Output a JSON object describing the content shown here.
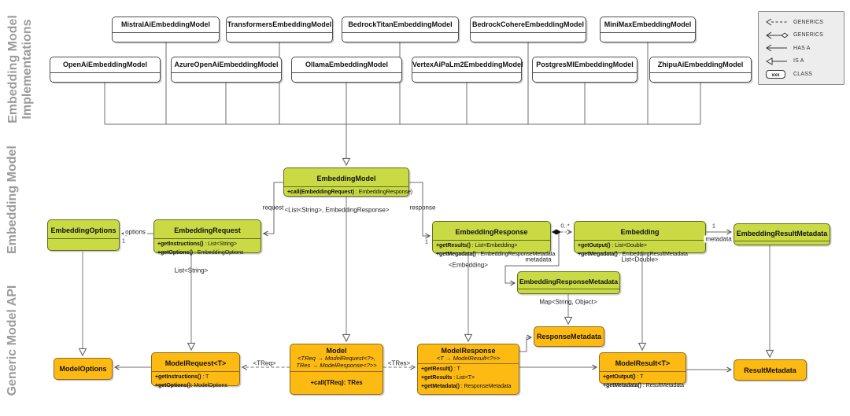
{
  "colors": {
    "green_fill": "#c9da44",
    "green_border": "#5f6d1f",
    "orange_fill": "#fcba12",
    "orange_border": "#8f6b14",
    "section_label": "#9b9b9b",
    "legend_bg": "#ededed"
  },
  "section_labels": {
    "implementations": "Embedding Model\nImplementations",
    "embedding_model": "Embedding Model",
    "generic_api": "Generic Model API"
  },
  "legend": {
    "items": [
      {
        "icon": "dashed-arrow",
        "label": "GENERICS"
      },
      {
        "icon": "diamond-arrow",
        "label": "GENERICS"
      },
      {
        "icon": "plain-arrow",
        "label": "HAS A"
      },
      {
        "icon": "triangle-arrow",
        "label": "IS A"
      },
      {
        "icon": "class-box",
        "label": "CLASS",
        "symbol": "xxx"
      }
    ]
  },
  "implementations": {
    "row1": [
      "MistralAiEmbeddingModel",
      "TransformersEmbeddingModel",
      "BedrockTitanEmbeddingModel",
      "BedrockCohereEmbeddingModel",
      "MiniMaxEmbeddingModel"
    ],
    "row2": [
      "OpenAiEmbeddingModel",
      "AzureOpenAiEmbeddingModel",
      "OllamaEmbeddingModel",
      "VertexAiPaLm2EmbeddingModel",
      "PostgresMlEmbeddingModel",
      "ZhipuAiEmbeddingModel"
    ]
  },
  "classes": {
    "embedding_model": {
      "title": "EmbeddingModel",
      "methods": [
        {
          "sig": "+call(EmbeddingRequest)",
          "type": " : EmbeddingResponse)"
        }
      ]
    },
    "embedding_options": {
      "title": "EmbeddingOptions"
    },
    "embedding_request": {
      "title": "EmbeddingRequest",
      "methods": [
        {
          "sig": "+getInstructions()",
          "type": " : List<String>"
        },
        {
          "sig": "+getOptions()",
          "type": " : EmbeddingOptions"
        }
      ]
    },
    "embedding_response": {
      "title": "EmbeddingResponse",
      "methods": [
        {
          "sig": "+getResults()",
          "type": " : List<Embedding>"
        },
        {
          "sig": "+getMegadata()",
          "type": " : EmbeddingResponseMetadata"
        }
      ]
    },
    "embedding": {
      "title": "Embedding",
      "methods": [
        {
          "sig": "+getOutput()",
          "type": " : List<Double>"
        },
        {
          "sig": "+getMegadata()",
          "type": " : EmbeddingResultMetadata"
        }
      ]
    },
    "embedding_result_metadata": {
      "title": "EmbeddingResultMetadata"
    },
    "embedding_response_metadata": {
      "title": "EmbeddingResponseMetadata"
    },
    "model_options": {
      "title": "ModelOptions"
    },
    "model_request": {
      "title": "ModelRequest<T>",
      "methods": [
        {
          "sig": "+getInstructions()",
          "type": " : T"
        },
        {
          "sig": "+getOptions():",
          "type": " ModelOptions"
        }
      ]
    },
    "model": {
      "title": "Model",
      "generics": "<TReq → ModelRequest<?>,\nTRes → ModelResponse<?>>",
      "methods": [
        {
          "sig": "+call(TReq): TRes",
          "type": ""
        }
      ]
    },
    "model_response": {
      "title": "ModelResponse",
      "generics": "<T → ModelResult<?>>",
      "methods": [
        {
          "sig": "+getResult()",
          "type": " : T"
        },
        {
          "sig": "+getResults",
          "type": " : List<T>"
        },
        {
          "sig": "+getMetadata()",
          "type": " : ResponseMetadata"
        }
      ]
    },
    "response_metadata": {
      "title": "ResponseMetadata"
    },
    "model_result": {
      "title": "ModelResult<T>",
      "methods": [
        {
          "sig": "+getOutput()",
          "type": " : T"
        },
        {
          "sig": "+getMetadata()",
          "type": " : ResultMetadata"
        }
      ]
    },
    "result_metadata": {
      "title": "ResultMetadata"
    }
  },
  "connector_labels": {
    "request": "request",
    "response": "response",
    "options": "options",
    "generic_pair": "<List<String>, EmbeddingResponse>",
    "list_string": "List<String>",
    "embedding_generic": "<Embedding>",
    "list_double": "List<Double>",
    "map_string_object": "Map<String, Object>",
    "metadata_response": "metadata",
    "metadata_result": "metadata",
    "treq": "<TReq>",
    "tres": "<TRes>",
    "mult_one_options": "1",
    "mult_one_response": "1",
    "mult_one_metadata": "1",
    "mult_zero_many": "0..*"
  }
}
